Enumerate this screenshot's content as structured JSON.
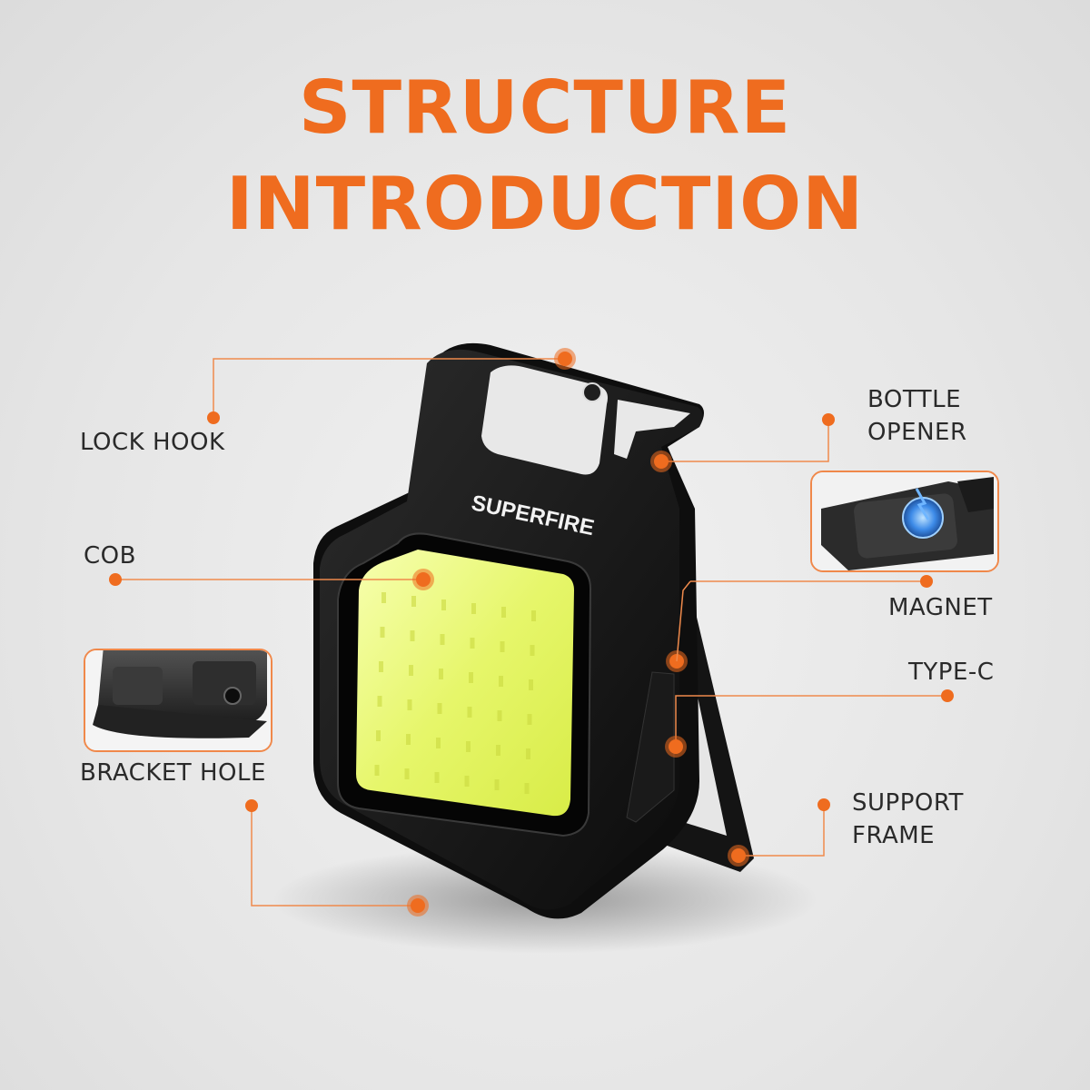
{
  "title": {
    "line1": "STRUCTURE",
    "line2": "INTRODUCTION"
  },
  "brand": "SUPERFIRE",
  "labels": {
    "lock_hook": "LOCK HOOK",
    "cob": "COB",
    "bracket_hole": "BRACKET HOLE",
    "bottle_opener_1": "BOTTLE",
    "bottle_opener_2": "OPENER",
    "magnet": "MAGNET",
    "type_c": "TYPE-C",
    "support_frame_1": "SUPPORT",
    "support_frame_2": "FRAME"
  },
  "colors": {
    "accent": "#ef6c1f",
    "device": "#111111",
    "cob_light": "#e9f97a",
    "text": "#2a2a2a",
    "background": "#e9e9e9"
  }
}
